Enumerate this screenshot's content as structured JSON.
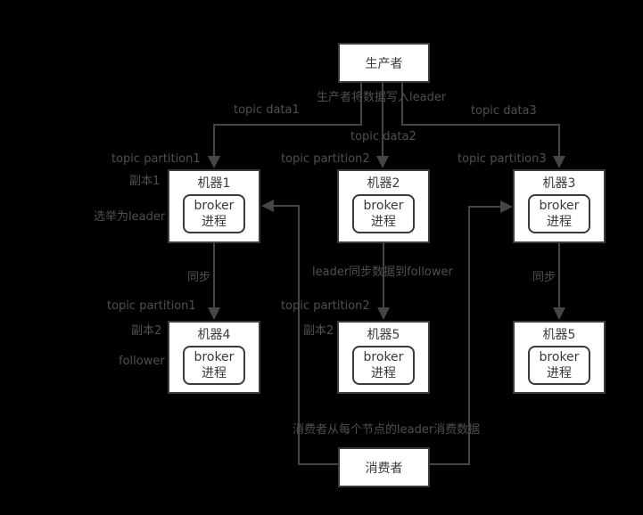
{
  "colors": {
    "background": "#000000",
    "node_fill": "#ffffff",
    "node_border": "#3b3b3b",
    "node_text": "#3a3a3a",
    "line": "#454545",
    "label_text": "#4f4f4f"
  },
  "nodes": {
    "producer": "生产者",
    "consumer": "消费者",
    "broker_process": {
      "line1": "broker",
      "line2": "进程"
    },
    "machines": [
      {
        "title": "机器1"
      },
      {
        "title": "机器2"
      },
      {
        "title": "机器3"
      },
      {
        "title": "机器4"
      },
      {
        "title": "机器5"
      },
      {
        "title": "机器5"
      }
    ]
  },
  "labels": {
    "producer_write": "生产者将数据写入leader",
    "topic_data1": "topic data1",
    "topic_data2": "topic data2",
    "topic_data3": "topic data3",
    "topic_partition1_top": "topic partition1",
    "topic_partition2_top": "topic partition2",
    "topic_partition3_top": "topic partition3",
    "replica1": "副本1",
    "elected_leader": "选举为leader",
    "sync_left": "同步",
    "leader_sync": "leader同步数据到follower",
    "sync_right": "同步",
    "topic_partition1_bottom": "topic partition1",
    "topic_partition2_bottom": "topic partition2",
    "replica2_left": "副本2",
    "replica2_mid": "副本2",
    "follower": "follower",
    "consumer_read": "消费者从每个节点的leader消费数据"
  }
}
